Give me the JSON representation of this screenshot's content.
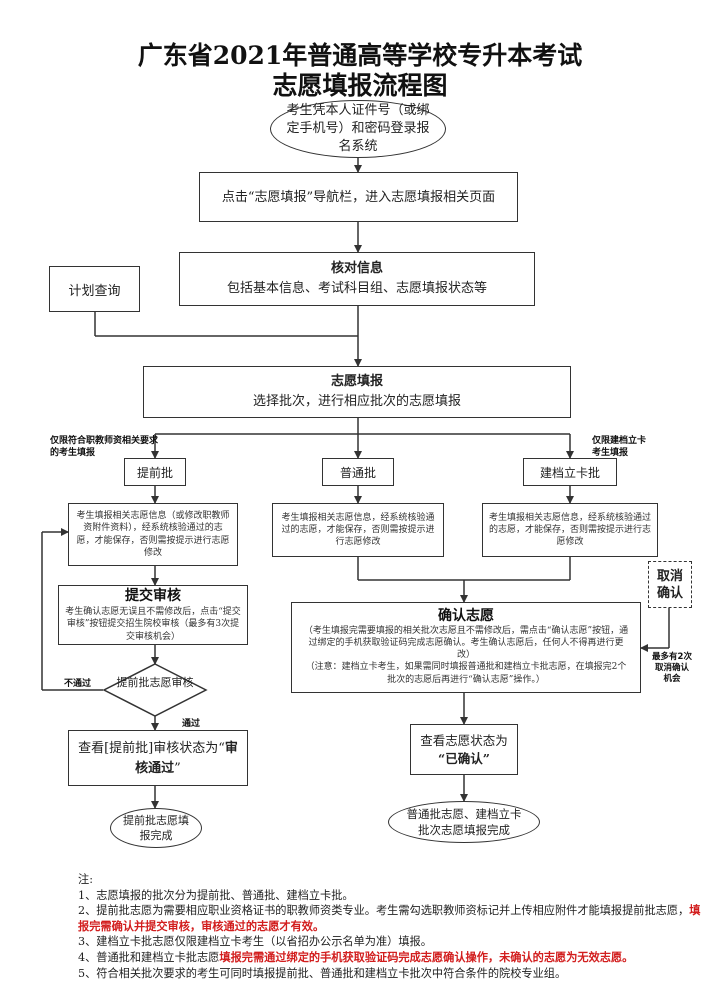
{
  "title": {
    "line1": "广东省2021年普通高等学校专升本考试",
    "line2": "志愿填报流程图"
  },
  "steps": {
    "login": "考生凭本人证件号（或绑定手机号）和密码登录报名系统",
    "nav": "点击“志愿填报”导航栏，进入志愿填报相关页面",
    "plan": "计划查询",
    "verify_title": "核对信息",
    "verify_desc": "包括基本信息、考试科目组、志愿填报状态等",
    "fill_title": "志愿填报",
    "fill_desc": "选择批次，进行相应批次的志愿填报"
  },
  "side_notes": {
    "left": "仅限符合职教师资相关要求的考生填报",
    "right": "仅限建档立卡考生填报",
    "fail": "不通过",
    "pass": "通过",
    "cancel_limit": "最多有2次取消确认机会"
  },
  "batches": {
    "early": "提前批",
    "normal": "普通批",
    "archive": "建档立卡批"
  },
  "early_branch": {
    "fill": "考生填报相关志愿信息（或修改职教师资附件资料），经系统核验通过的志愿，才能保存，否则需按提示进行志愿修改",
    "submit_title": "提交审核",
    "submit_desc": "考生确认志愿无误且不需修改后，点击“提交审核”按钮提交招生院校审核（最多有3次提交审核机会）",
    "review": "提前批志愿审核",
    "status_prefix": "查看[提前批]审核状态为“",
    "status_strong": "审核通过",
    "status_suffix": "”",
    "done": "提前批志愿填报完成"
  },
  "normal_fill": "考生填报相关志愿信息，经系统核验通过的志愿，才能保存，否则需按提示进行志愿修改",
  "archive_fill": "考生填报相关志愿信息，经系统核验通过的志愿，才能保存，否则需按提示进行志愿修改",
  "cancel": "取消确认",
  "confirm": {
    "title": "确认志愿",
    "desc1": "（考生填报完需要填报的相关批次志愿且不需修改后，需点击“确认志愿”按钮，通过绑定的手机获取验证码完成志愿确认。考生确认志愿后，任何人不得再进行更改）",
    "desc2": "（注意：建档立卡考生，如果需同时填报普通批和建档立卡批志愿，在填报完2个批次的志愿后再进行“确认志愿”操作。）"
  },
  "status_confirmed": {
    "line1": "查看志愿状态为",
    "line2": "“已确认”"
  },
  "final_done": "普通批志愿、建档立卡批次志愿填报完成",
  "notes": {
    "heading": "注:",
    "n1": "1、志愿填报的批次分为提前批、普通批、建档立卡批。",
    "n2_a": "2、提前批志愿为需要相应职业资格证书的职教师资类专业。考生需勾选职教师资标记并上传相应附件才能填报提前批志愿，",
    "n2_red": "填报完需确认并提交审核，审核通过的志愿才有效。",
    "n3": "3、建档立卡批志愿仅限建档立卡考生（以省招办公示名单为准）填报。",
    "n4_a": "4、普通批和建档立卡批志愿",
    "n4_red": "填报完需通过绑定的手机获取验证码完成志愿确认操作，未确认的志愿为无效志愿。",
    "n5": "5、符合相关批次要求的考生可同时填报提前批、普通批和建档立卡批次中符合条件的院校专业组。"
  }
}
